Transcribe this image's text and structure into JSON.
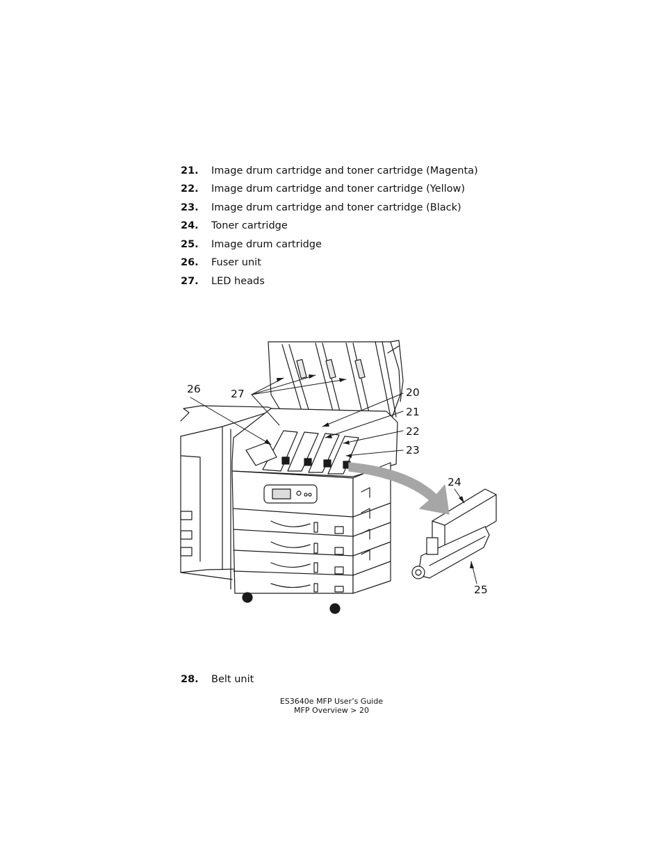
{
  "list_top": [
    {
      "num": "21.",
      "text": "Image drum cartridge and toner cartridge (Magenta)"
    },
    {
      "num": "22.",
      "text": "Image drum cartridge and toner cartridge (Yellow)"
    },
    {
      "num": "23.",
      "text": "Image drum cartridge and toner cartridge (Black)"
    },
    {
      "num": "24.",
      "text": "Toner cartridge"
    },
    {
      "num": "25.",
      "text": "Image drum cartridge"
    },
    {
      "num": "26.",
      "text": "Fuser unit"
    },
    {
      "num": "27.",
      "text": "LED heads"
    }
  ],
  "list_bottom": [
    {
      "num": "28.",
      "text": "Belt unit"
    }
  ],
  "figure": {
    "callouts": {
      "c26": "26",
      "c27": "27",
      "c20": "20",
      "c21": "21",
      "c22": "22",
      "c23": "23",
      "c24": "24",
      "c25": "25"
    }
  },
  "footer": {
    "line1": "ES3640e MFP User’s Guide",
    "line2": "MFP Overview > 20"
  }
}
